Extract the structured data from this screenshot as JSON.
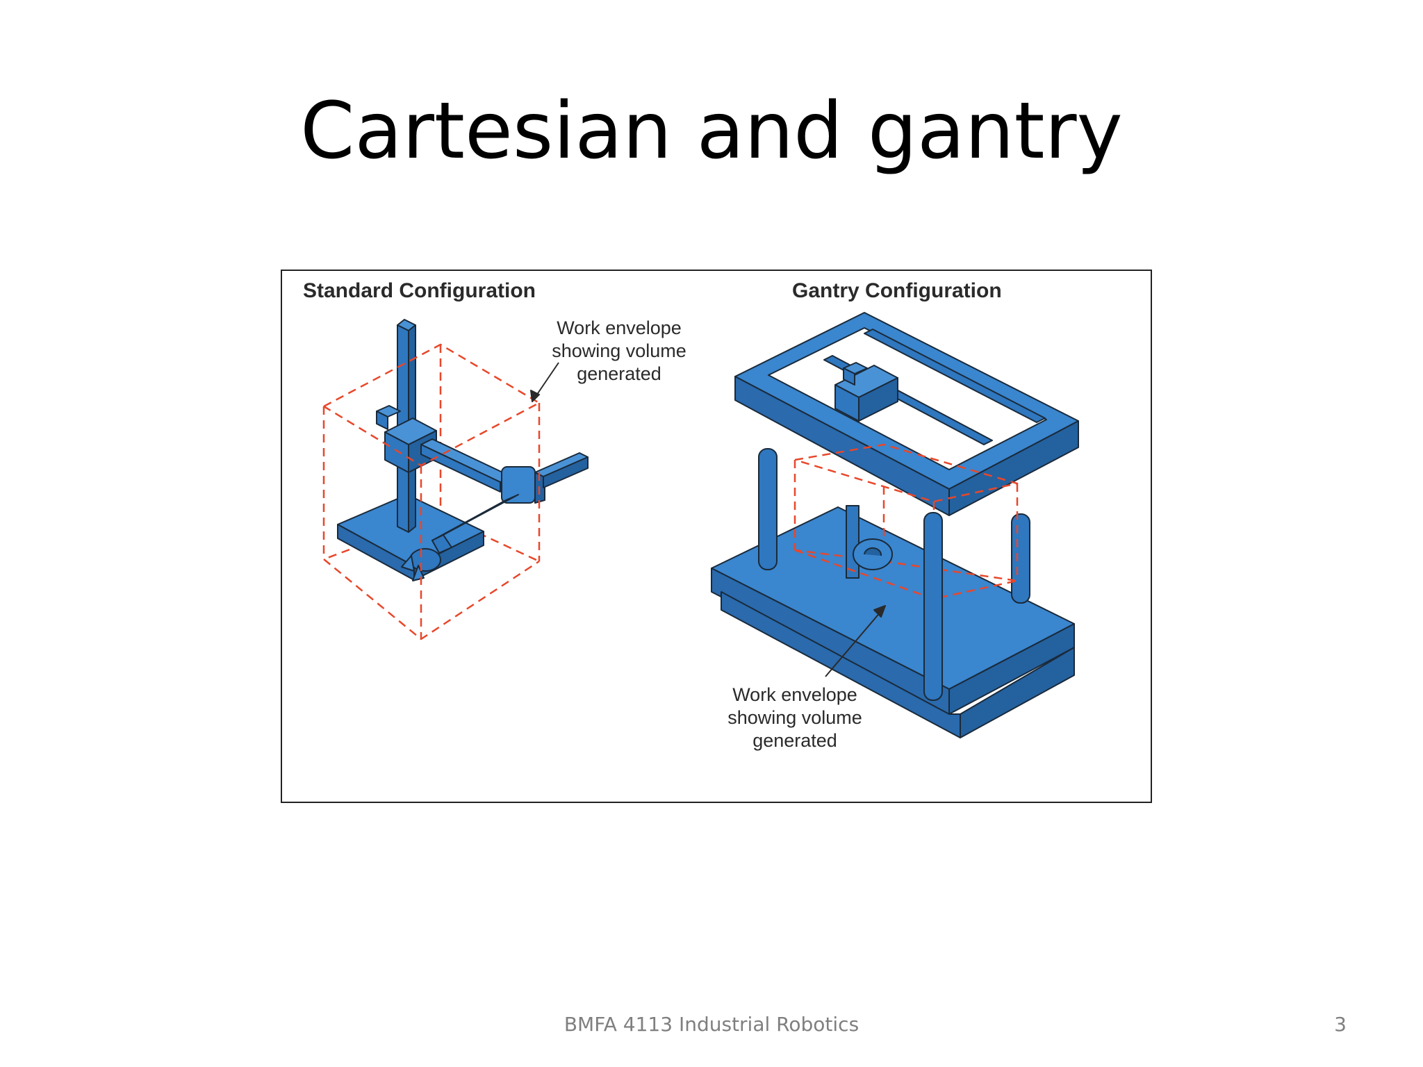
{
  "slide": {
    "title": "Cartesian and gantry",
    "footer": "BMFA 4113 Industrial Robotics",
    "page_number": "3"
  },
  "figure": {
    "standard": {
      "heading": "Standard Configuration",
      "callout": [
        "Work envelope",
        "showing volume",
        "generated"
      ]
    },
    "gantry": {
      "heading": "Gantry Configuration",
      "callout": [
        "Work envelope",
        "showing volume",
        "generated"
      ]
    }
  },
  "colors": {
    "robot_blue": "#2f77bf",
    "robot_outline": "#1a2a3a",
    "envelope_dash": "#e8472a"
  }
}
